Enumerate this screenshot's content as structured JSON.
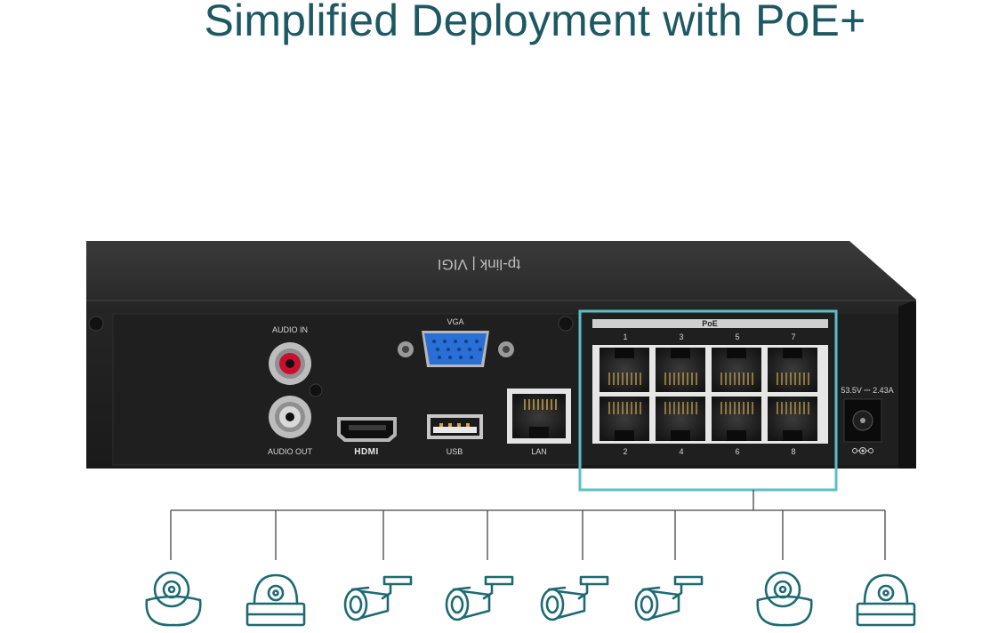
{
  "headline": "Simplified Deployment with PoE+",
  "device": {
    "brand": "tp-link | VIGI",
    "ports": {
      "audio_in": "AUDIO IN",
      "audio_out": "AUDIO OUT",
      "vga": "VGA",
      "hdmi": "HDMI",
      "usb": "USB",
      "lan": "LAN",
      "poe": "PoE",
      "poe_top": [
        "1",
        "3",
        "5",
        "7"
      ],
      "poe_bottom": [
        "2",
        "4",
        "6",
        "8"
      ],
      "power": "53.5V ⎓ 2.43A"
    }
  },
  "cameras": [
    {
      "type": "turret",
      "icon": "turret-camera-icon"
    },
    {
      "type": "dome",
      "icon": "dome-camera-icon"
    },
    {
      "type": "bullet",
      "icon": "bullet-camera-icon"
    },
    {
      "type": "bullet",
      "icon": "bullet-camera-icon"
    },
    {
      "type": "bullet",
      "icon": "bullet-camera-icon"
    },
    {
      "type": "bullet",
      "icon": "bullet-camera-icon"
    },
    {
      "type": "turret",
      "icon": "turret-camera-icon"
    },
    {
      "type": "dome",
      "icon": "dome-camera-icon"
    }
  ],
  "colors": {
    "accent": "#5bbfc6",
    "headline": "#1d5863",
    "icon": "#1e6a73",
    "device": "#222222",
    "vga": "#2a6fd6",
    "audio_in": "#c8102e"
  }
}
